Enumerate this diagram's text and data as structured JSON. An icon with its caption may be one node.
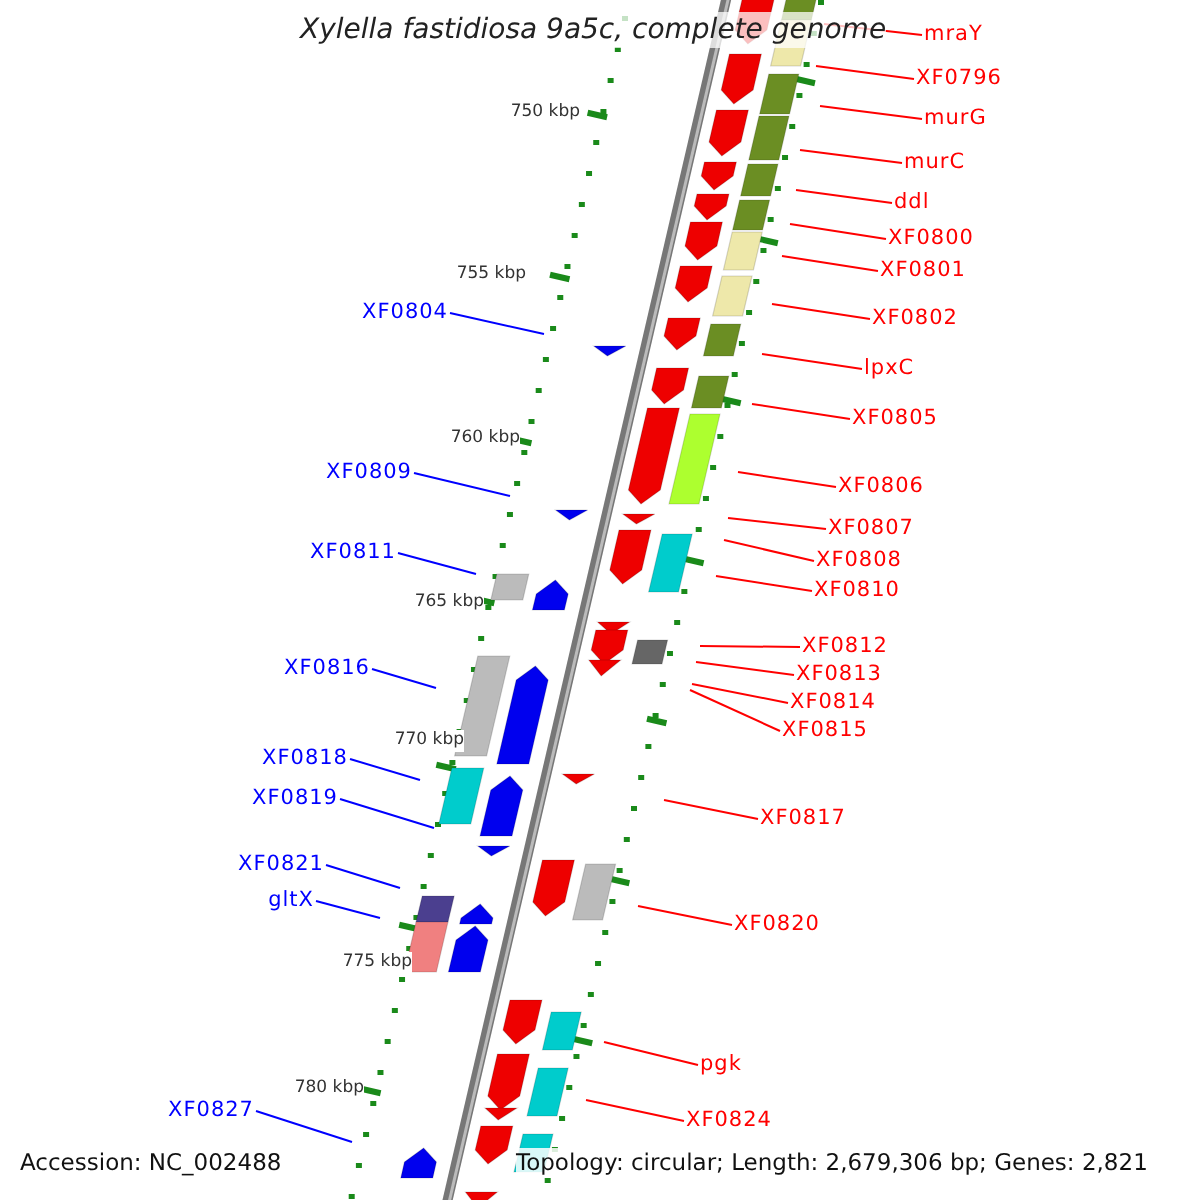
{
  "diagram": {
    "title": "Xylella fastidiosa 9a5c, complete genome",
    "nodes": [
      {
        "text": [
          "mraY"
        ]
      },
      {
        "text": [
          "XF0796"
        ]
      },
      {
        "text": [
          "murG"
        ]
      },
      {
        "text": [
          "murC"
        ]
      },
      {
        "text": [
          "ddl"
        ]
      },
      {
        "text": [
          "XF0800"
        ]
      },
      {
        "text": [
          "XF0801"
        ]
      },
      {
        "text": [
          "XF0804"
        ]
      },
      {
        "text": [
          "XF0802"
        ]
      },
      {
        "text": [
          "lpxC"
        ]
      },
      {
        "text": [
          "XF0805"
        ]
      },
      {
        "text": [
          "XF0809"
        ]
      },
      {
        "text": [
          "XF0806"
        ]
      },
      {
        "text": [
          "XF0807"
        ]
      },
      {
        "text": [
          "XF0811"
        ]
      },
      {
        "text": [
          "XF0808"
        ]
      },
      {
        "text": [
          "XF0810"
        ]
      },
      {
        "text": [
          "XF0812"
        ]
      },
      {
        "text": [
          "XF0816"
        ]
      },
      {
        "text": [
          "XF0813"
        ]
      },
      {
        "text": [
          "XF0814"
        ]
      },
      {
        "text": [
          "XF0815"
        ]
      },
      {
        "text": [
          "XF0818"
        ]
      },
      {
        "text": [
          "XF0819"
        ]
      },
      {
        "text": [
          "XF0817"
        ]
      },
      {
        "text": [
          "XF0821"
        ]
      },
      {
        "text": [
          "gltX"
        ]
      },
      {
        "text": [
          "XF0820"
        ]
      },
      {
        "text": [
          "pgk"
        ]
      },
      {
        "text": [
          "XF0827"
        ]
      },
      {
        "text": [
          "XF0824"
        ]
      }
    ],
    "edges": [
      {
        "from": 0,
        "to": null,
        "arrow": "none"
      },
      {
        "from": 1,
        "to": null,
        "arrow": "none"
      },
      {
        "from": 2,
        "to": null,
        "arrow": "none"
      },
      {
        "from": 3,
        "to": null,
        "arrow": "none"
      },
      {
        "from": 4,
        "to": null,
        "arrow": "none"
      },
      {
        "from": 5,
        "to": null,
        "arrow": "none"
      },
      {
        "from": 6,
        "to": null,
        "arrow": "none"
      },
      {
        "from": 7,
        "to": null,
        "arrow": "none",
        "color": "#0000ff"
      },
      {
        "from": 8,
        "to": null,
        "arrow": "none"
      },
      {
        "from": 9,
        "to": null,
        "arrow": "none"
      },
      {
        "from": 10,
        "to": null,
        "arrow": "none"
      },
      {
        "from": 11,
        "to": null,
        "arrow": "none",
        "color": "#0000ff"
      },
      {
        "from": 12,
        "to": null,
        "arrow": "none"
      },
      {
        "from": 13,
        "to": null,
        "arrow": "none"
      },
      {
        "from": 14,
        "to": null,
        "arrow": "none",
        "color": "#0000ff"
      },
      {
        "from": 15,
        "to": null,
        "arrow": "none"
      },
      {
        "from": 16,
        "to": null,
        "arrow": "none"
      },
      {
        "from": 17,
        "to": null,
        "arrow": "none"
      },
      {
        "from": 18,
        "to": null,
        "arrow": "none",
        "color": "#0000ff"
      },
      {
        "from": 19,
        "to": null,
        "arrow": "none"
      },
      {
        "from": 20,
        "to": null,
        "arrow": "none"
      },
      {
        "from": 21,
        "to": null,
        "arrow": "none"
      },
      {
        "from": 22,
        "to": null,
        "arrow": "none",
        "color": "#0000ff"
      },
      {
        "from": 23,
        "to": null,
        "arrow": "none",
        "color": "#0000ff"
      },
      {
        "from": 24,
        "to": null,
        "arrow": "none"
      },
      {
        "from": 25,
        "to": null,
        "arrow": "none",
        "color": "#0000ff"
      },
      {
        "from": 26,
        "to": null,
        "arrow": "none",
        "color": "#0000ff"
      },
      {
        "from": 27,
        "to": null,
        "arrow": "none"
      },
      {
        "from": 28,
        "to": null,
        "arrow": "none"
      },
      {
        "from": 29,
        "to": null,
        "arrow": "none",
        "color": "#0000ff"
      },
      {
        "from": 30,
        "to": null,
        "arrow": "none"
      }
    ],
    "labels": [
      "750 kbp",
      "755 kbp",
      "760 kbp",
      "765 kbp",
      "770 kbp",
      "775 kbp",
      "780 kbp",
      "Accession: NC_002488",
      "Topology: circular; Length: 2,679,306 bp; Genes: 2,821"
    ]
  }
}
